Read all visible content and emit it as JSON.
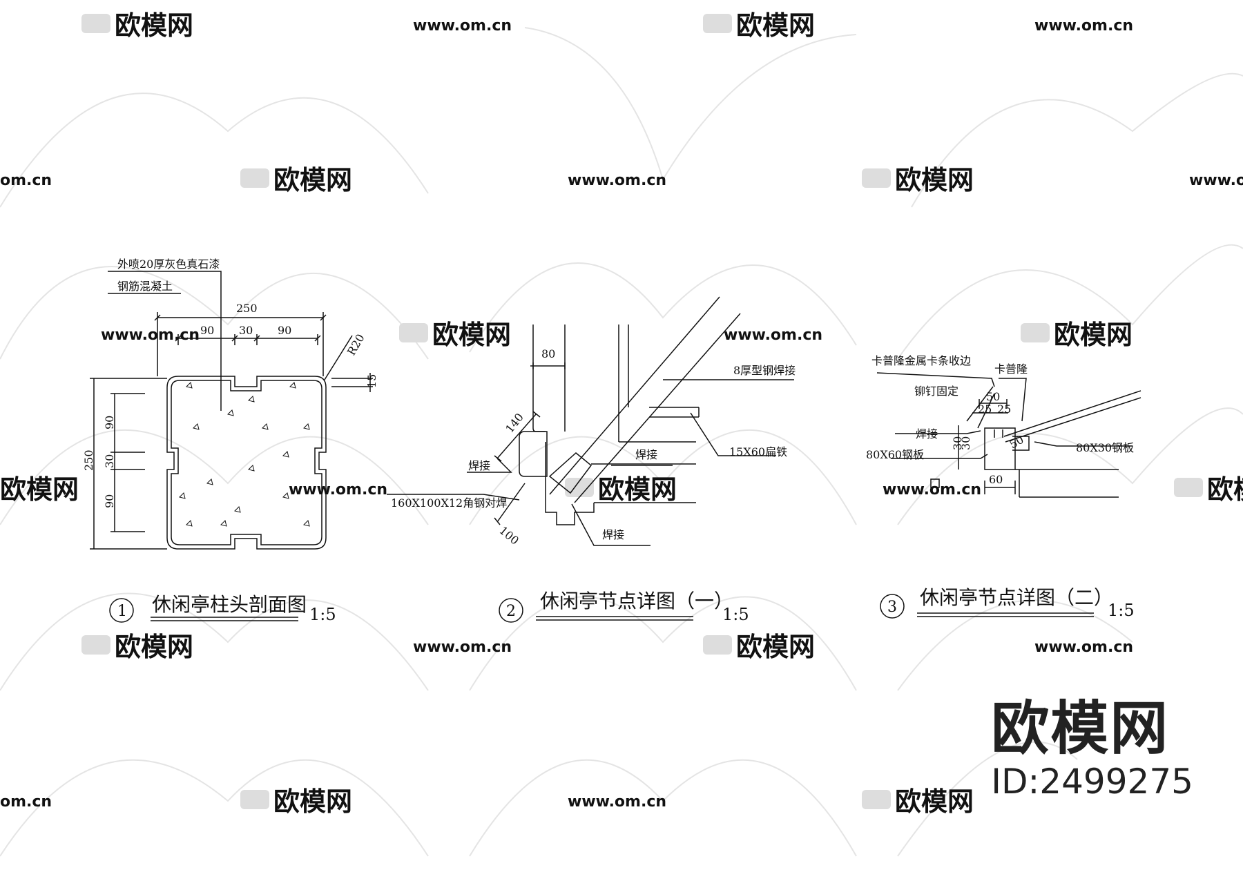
{
  "watermark": {
    "logo_text": "欧模网",
    "url_text": "www.om.cn",
    "url_fragment": "om.cn",
    "logo_fragment": "欧模网"
  },
  "brand": {
    "name": "欧模网",
    "id_text": "ID:2499275"
  },
  "detail1": {
    "number": "1",
    "title": "休闲亭柱头剖面图",
    "scale": "1:5",
    "labels": {
      "finish": "外喷20厚灰色真石漆",
      "core": "钢筋混凝土",
      "width_total": "250",
      "top_left": "90",
      "top_mid": "30",
      "top_right": "90",
      "radius": "R20",
      "thickness": "15",
      "height_total": "250",
      "side_top": "90",
      "side_mid": "30",
      "side_bottom": "90"
    }
  },
  "detail2": {
    "number": "2",
    "title": "休闲亭节点详图（一）",
    "scale": "1:5",
    "labels": {
      "dim_80": "80",
      "dim_140": "140",
      "dim_100": "100",
      "steel_weld": "8厚型钢焊接",
      "flat_iron": "15X60扁铁",
      "weld_a": "焊接",
      "weld_b": "焊接",
      "weld_c": "焊接",
      "angle_steel": "160X100X12角钢对焊"
    }
  },
  "detail3": {
    "number": "3",
    "title": "休闲亭节点详图（二）",
    "scale": "1:5",
    "labels": {
      "edge_strip": "卡普隆金属卡条收边",
      "kapulong": "卡普隆",
      "rivet": "铆钉固定",
      "dim_50_top": "50",
      "dim_25_left": "25",
      "dim_25_right": "25",
      "weld": "焊接",
      "dim_30_a": "30",
      "dim_30_b": "30",
      "plate_80x60": "80X60钢板",
      "plate_80x30": "80X30钢板",
      "dim_50_side": "50",
      "dim_60": "60"
    }
  }
}
